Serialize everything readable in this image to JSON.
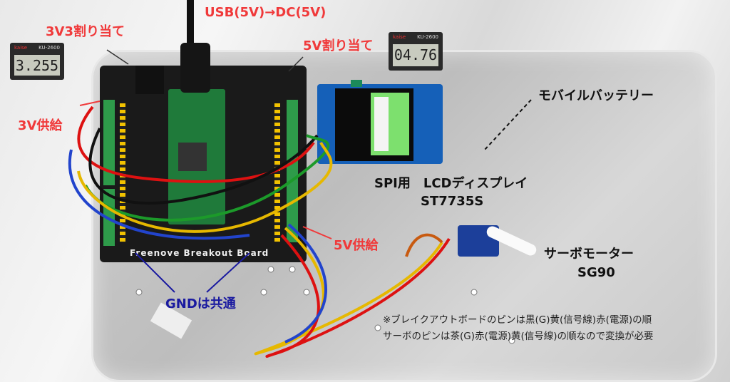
{
  "labels": {
    "usb_dc": "USB(5V)→DC(5V)",
    "assign_3v3": "3V3割り当て",
    "assign_5v": "5V割り当て",
    "supply_3v": "3V供給",
    "supply_5v": "5V供給",
    "mobile_battery": "モバイルバッテリー",
    "lcd_line1": "SPI用　LCDディスプレイ",
    "lcd_line2": "ST7735S",
    "servo_line1": "サーボモーター",
    "servo_line2": "SG90",
    "gnd_common": "GNDは共通"
  },
  "notes": [
    "※ブレイクアウトボードのピンは黒(G)黄(信号線)赤(電源)の順",
    "サーボのピンは茶(G)赤(電源)黄(信号線)の順なので変換が必要"
  ],
  "meters": {
    "left": {
      "brand": "kaise",
      "model": "KU-2600",
      "reading": "3.255"
    },
    "right": {
      "brand": "kaise",
      "model": "KU-2600",
      "reading": "04.76"
    }
  },
  "board": {
    "name": "Freenove Breakout Board"
  },
  "colors": {
    "annotation_red": "#f0393a",
    "annotation_blue": "#1a1aa0"
  }
}
